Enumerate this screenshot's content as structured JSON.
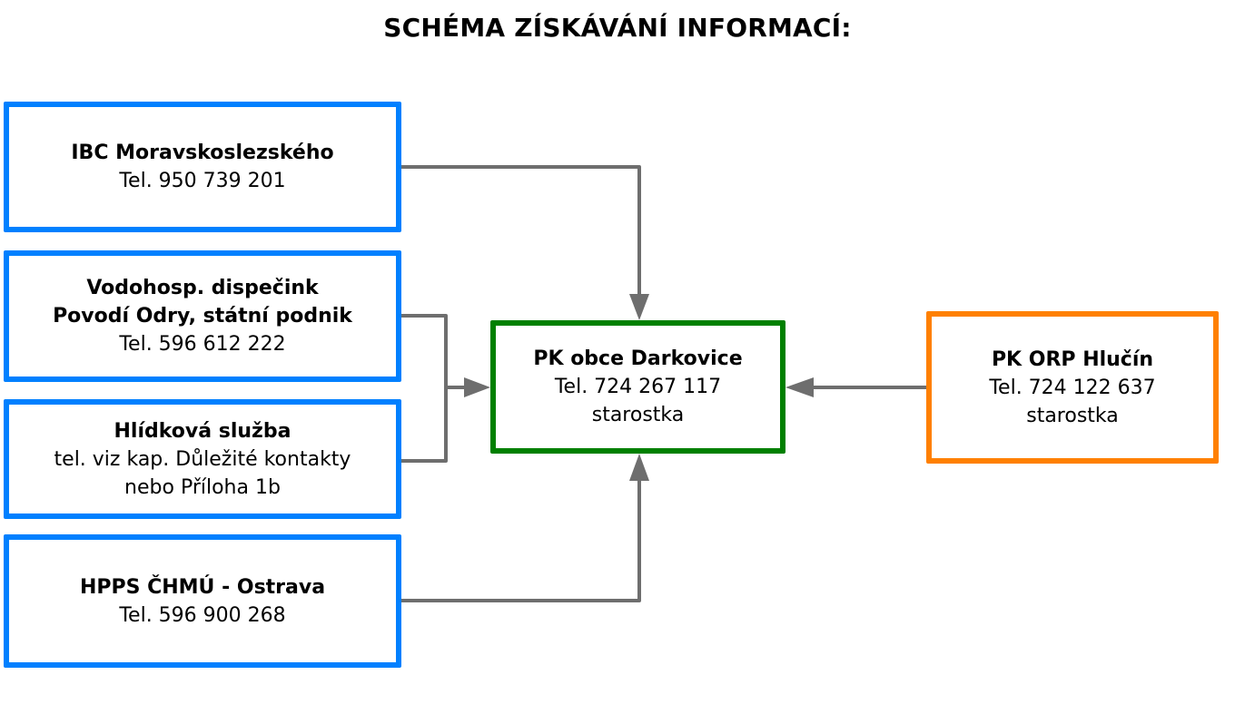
{
  "title": "SCHÉMA ZÍSKÁVÁNÍ INFORMACÍ:",
  "colors": {
    "source_border": "#0080ff",
    "target_border": "#008000",
    "superior_border": "#ff8000",
    "arrow": "#6e6e6e"
  },
  "sources": [
    {
      "name": "IBC Moravskoslezského",
      "lines": [
        "Tel. 950 739 201"
      ]
    },
    {
      "name": "Vodohosp. dispečink",
      "name2": "Povodí Odry, státní podnik",
      "lines": [
        "Tel. 596 612 222"
      ]
    },
    {
      "name": "Hlídková služba",
      "lines": [
        "tel. viz kap. Důležité kontakty",
        "nebo Příloha 1b"
      ]
    },
    {
      "name": "HPPS ČHMÚ - Ostrava",
      "lines": [
        "Tel. 596 900 268"
      ]
    }
  ],
  "target": {
    "name": "PK obce Darkovice",
    "lines": [
      "Tel. 724 267 117",
      "starostka"
    ]
  },
  "superior": {
    "name": "PK ORP Hlučín",
    "lines": [
      "Tel. 724 122 637",
      "starostka"
    ]
  },
  "connections": [
    {
      "from": "IBC Moravskoslezského",
      "to": "PK obce Darkovice"
    },
    {
      "from": "Vodohosp. dispečink",
      "to": "PK obce Darkovice"
    },
    {
      "from": "Hlídková služba",
      "to": "PK obce Darkovice"
    },
    {
      "from": "HPPS ČHMÚ - Ostrava",
      "to": "PK obce Darkovice"
    },
    {
      "from": "PK ORP Hlučín",
      "to": "PK obce Darkovice"
    }
  ]
}
